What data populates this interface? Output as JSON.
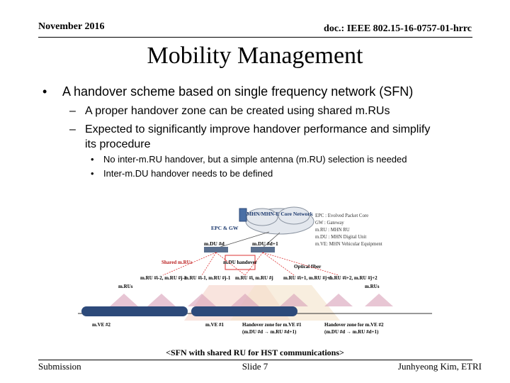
{
  "header": {
    "date": "November 2016",
    "doc_id": "doc.: IEEE 802.15-16-0757-01-hrrc"
  },
  "title": "Mobility Management",
  "bullets": {
    "main": "A handover scheme based on single frequency network (SFN)",
    "sub1": "A proper handover zone can be created using shared m.RUs",
    "sub2": "Expected to significantly improve handover performance and simplify its procedure",
    "subsub1": "No inter-m.RU handover, but a simple antenna (m.RU) selection is needed",
    "subsub2": "Inter-m.DU handover needs to be defined"
  },
  "figure": {
    "core_network": "MHN/MHN-E Core Network",
    "epc_gw": "EPC & GW",
    "legend": [
      "EPC : Evolved Packet Core",
      "GW : Gateway",
      "m.RU : MHN RU",
      "m.DU : MHN Digital Unit",
      "m.VE: MHN Vehicular Equipment"
    ],
    "mdu_left": "m.DU #d",
    "mdu_right": "m.DU #d+1",
    "mdu_handover": "m.DU handover",
    "shared_mrus": "Shared m.RUs",
    "optical_fiber": "Optical fiber",
    "mrus_left": "m.RUs",
    "mrus_right": "m.RUs",
    "mru_a": "m.RU #i-2, m.RU #j-2",
    "mru_b": "m.RU #i-1, m.RU #j-1",
    "mru_c": "m.RU #i, m.RU #j",
    "mru_d": "m.RU #i+1, m.RU #j+1",
    "mru_e": "m.RU #i+2, m.RU #j+2",
    "mve2": "m.VE #2",
    "mve1": "m.VE #1",
    "hz1_line1": "Handover zone for m.VE #1",
    "hz1_line2": "(m.DU #d → m.RU #d+1)",
    "hz2_line1": "Handover zone for m.VE #2",
    "hz2_line2": "(m.DU #d → m.RU #d+1)"
  },
  "caption": "<SFN with shared RU for HST communications>",
  "footer": {
    "left": "Submission",
    "center": "Slide 7",
    "right": "Junhyeong Kim, ETRI"
  }
}
